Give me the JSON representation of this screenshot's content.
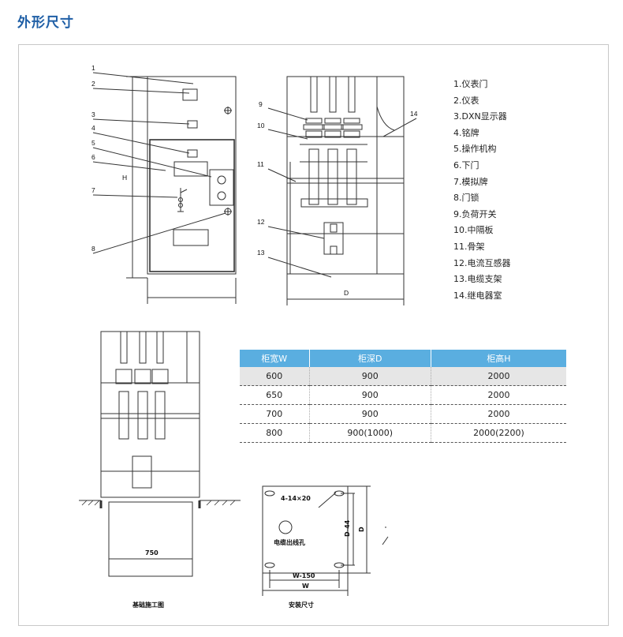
{
  "section_title": "外形尺寸",
  "front_view": {
    "callouts": [
      "1",
      "2",
      "3",
      "4",
      "5",
      "6",
      "7",
      "8"
    ],
    "height_label": "H"
  },
  "side_view": {
    "callouts": [
      "9",
      "10",
      "11",
      "12",
      "13",
      "14"
    ],
    "depth_label": "D"
  },
  "legend": [
    "1.仪表门",
    "2.仪表",
    "3.DXN显示器",
    "4.铭牌",
    "5.操作机构",
    "6.下门",
    "7.模拟牌",
    "8.门锁",
    "9.负荷开关",
    "10.中隔板",
    "11.骨架",
    "12.电流互感器",
    "13.电缆支架",
    "14.继电器室"
  ],
  "spec_table": {
    "headers": [
      "柜宽W",
      "柜深D",
      "柜高H"
    ],
    "rows": [
      [
        "600",
        "900",
        "2000"
      ],
      [
        "650",
        "900",
        "2000"
      ],
      [
        "700",
        "900",
        "2000"
      ],
      [
        "800",
        "900(1000)",
        "2000(2200)"
      ]
    ]
  },
  "foundation_drawing": {
    "dimension": "750",
    "caption": "基础施工图"
  },
  "install_drawing": {
    "hole_label": "4-14×20",
    "cable_label": "电缆出线孔",
    "d_minus": "D-44",
    "d_label": "D",
    "w_minus": "W-150",
    "w_label": "W",
    "caption": "安装尺寸"
  }
}
